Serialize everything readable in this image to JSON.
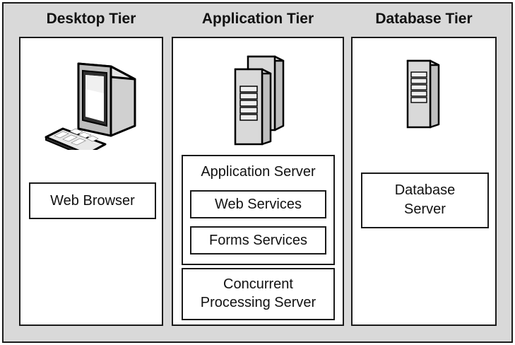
{
  "tiers": {
    "desktop": {
      "title": "Desktop Tier",
      "boxes": {
        "web_browser": "Web Browser"
      }
    },
    "application": {
      "title": "Application Tier",
      "boxes": {
        "application_server": "Application Server",
        "web_services": "Web Services",
        "forms_services": "Forms Services",
        "concurrent_line1": "Concurrent",
        "concurrent_line2": "Processing Server"
      }
    },
    "database": {
      "title": "Database Tier",
      "boxes": {
        "db_line1": "Database",
        "db_line2": "Server"
      }
    }
  },
  "icons": {
    "desktop": "desktop-computer-icon",
    "application": "server-cluster-icon",
    "database": "database-server-icon"
  }
}
